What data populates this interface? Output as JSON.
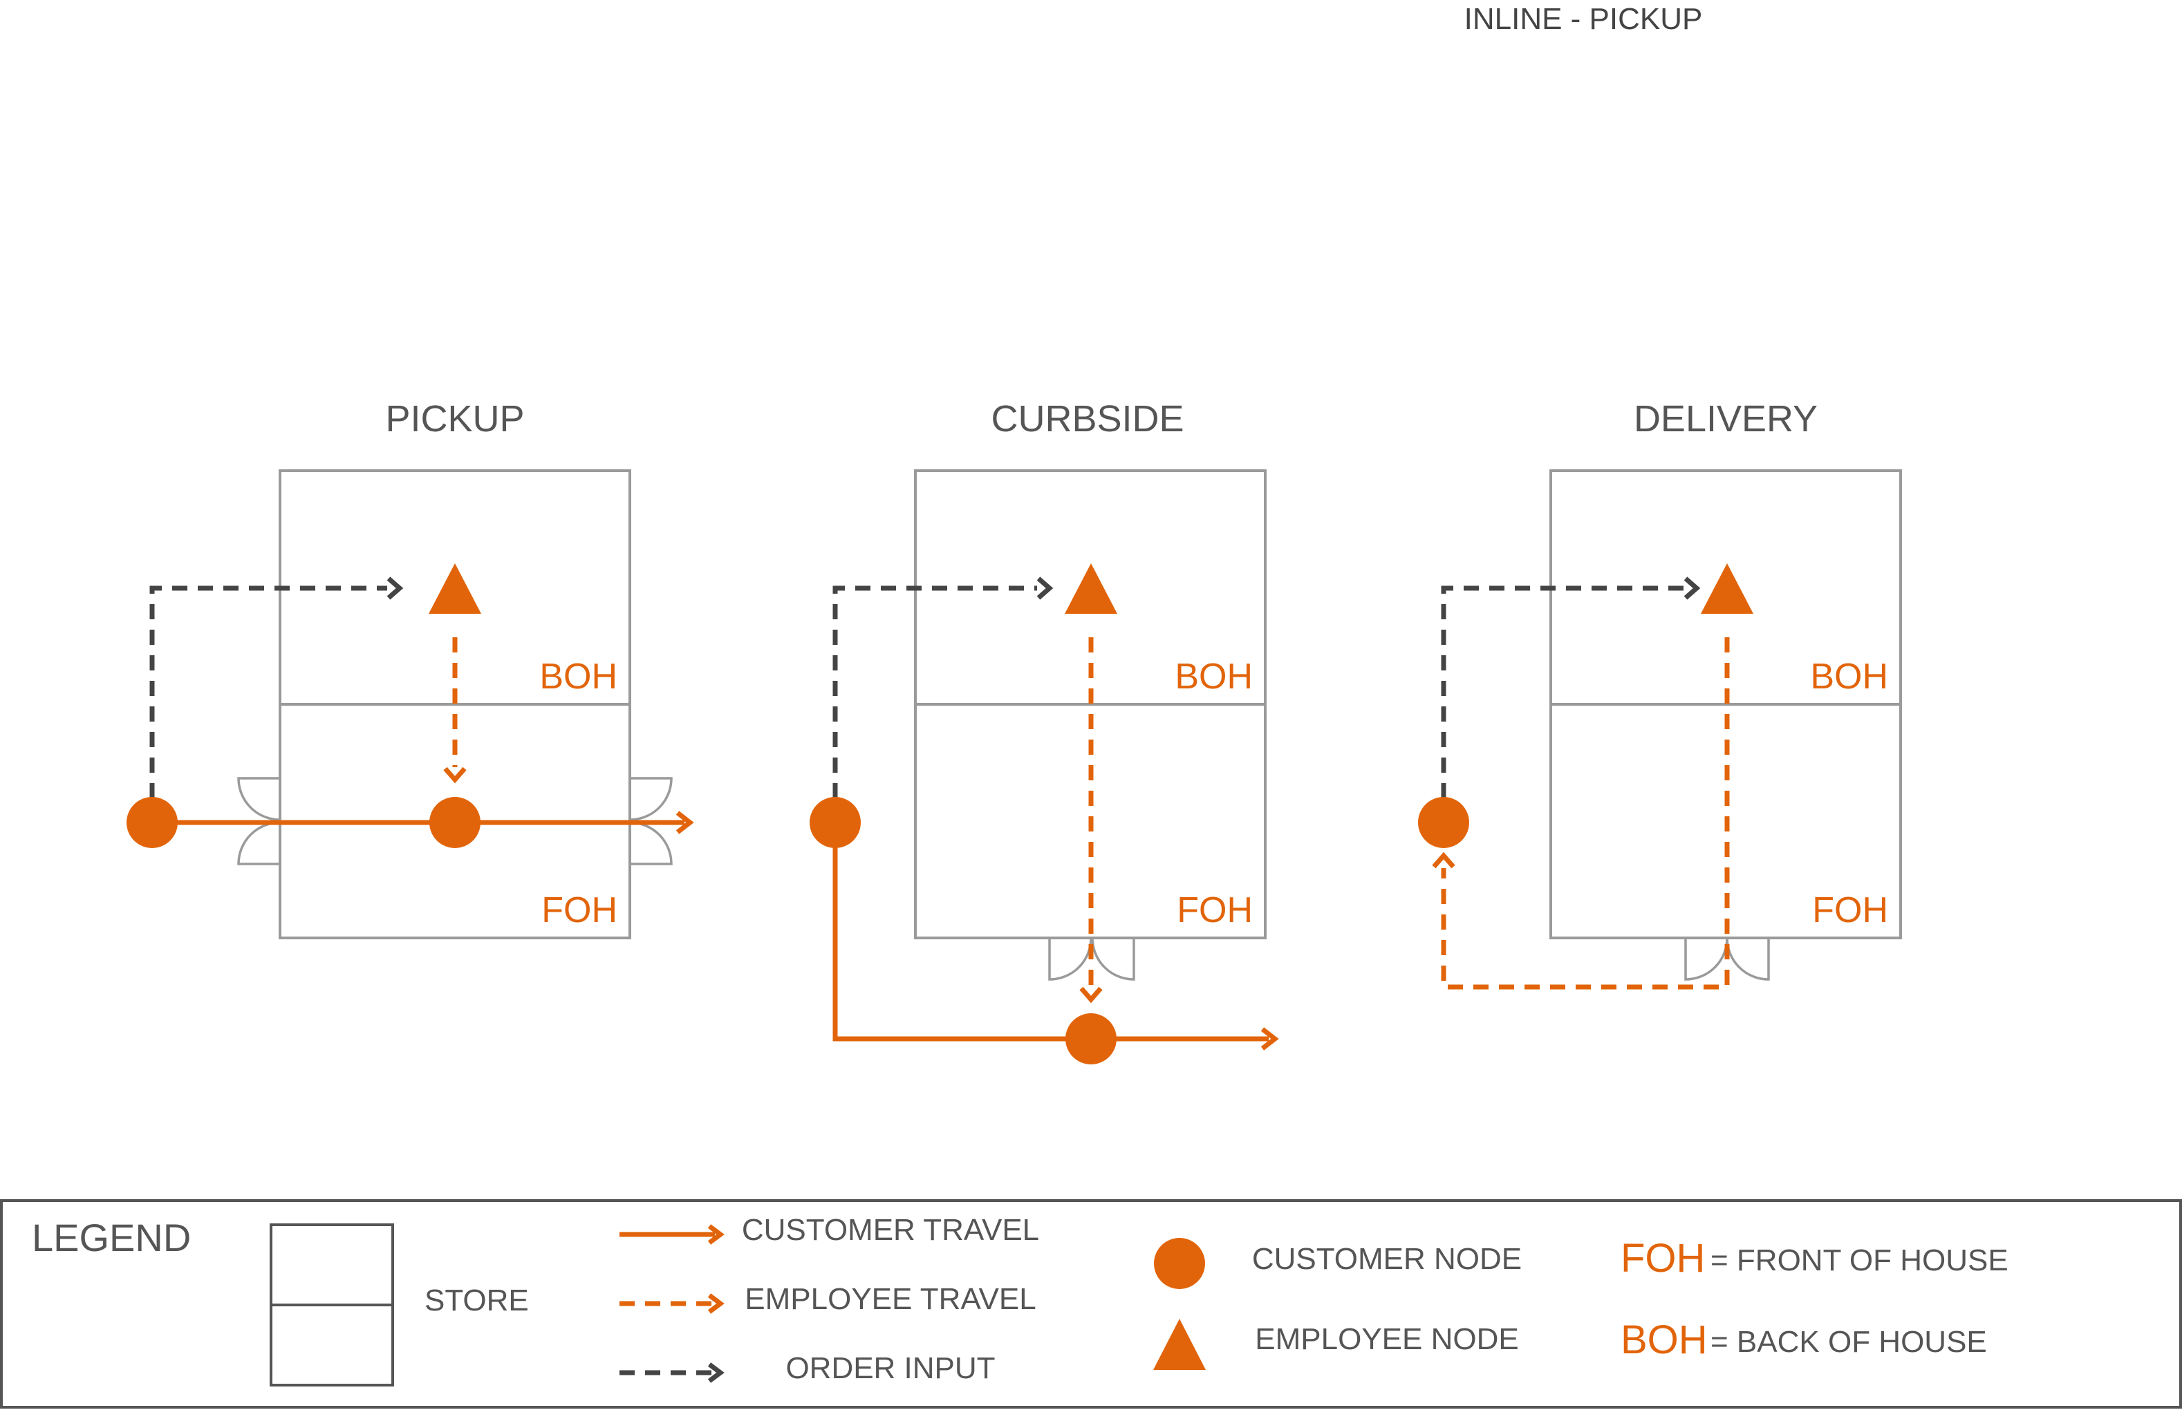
{
  "header": {
    "title": "INLINE - PICKUP"
  },
  "panels": [
    {
      "title": "PICKUP",
      "boh_label": "BOH",
      "foh_label": "FOH"
    },
    {
      "title": "CURBSIDE",
      "boh_label": "BOH",
      "foh_label": "FOH"
    },
    {
      "title": "DELIVERY",
      "boh_label": "BOH",
      "foh_label": "FOH"
    }
  ],
  "legend": {
    "heading": "LEGEND",
    "store": "STORE",
    "customer_travel": "CUSTOMER TRAVEL",
    "employee_travel": "EMPLOYEE TRAVEL",
    "order_input": "ORDER INPUT",
    "customer_node": "CUSTOMER NODE",
    "employee_node": "EMPLOYEE NODE",
    "foh_abbr": "FOH",
    "foh_def": "= FRONT OF HOUSE",
    "boh_abbr": "BOH",
    "boh_def": "= BACK OF HOUSE"
  },
  "colors": {
    "accent": "#e2640a",
    "order": "#444444",
    "outline": "#9a9a9a"
  }
}
